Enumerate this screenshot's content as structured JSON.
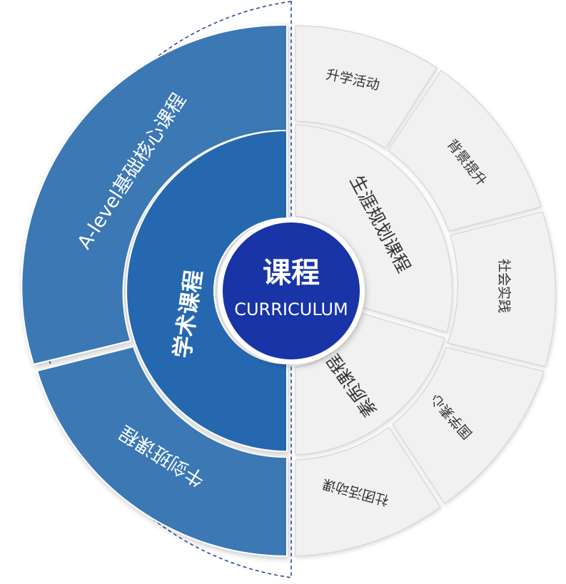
{
  "center": {
    "title": "课程",
    "subtitle": "CURRICULUM"
  },
  "left": {
    "inner": "学术课程",
    "outer_top": "A-level基础核心课程",
    "outer_bottom": "牛剑班课程"
  },
  "right": {
    "inner_top": "生涯规划课程",
    "inner_bottom": "素质课程",
    "outer": [
      "升学活动",
      "背景提升",
      "社会实践",
      "国学素心",
      "社团活动课"
    ]
  },
  "colors": {
    "center_fill": "#1834a6",
    "academic_inner": "#2568b0",
    "academic_outer": "#3a78b4",
    "gray_segment": "#f1f1f1",
    "gray_stroke": "#d0d0d0",
    "dashed_line": "#2b47a8"
  }
}
